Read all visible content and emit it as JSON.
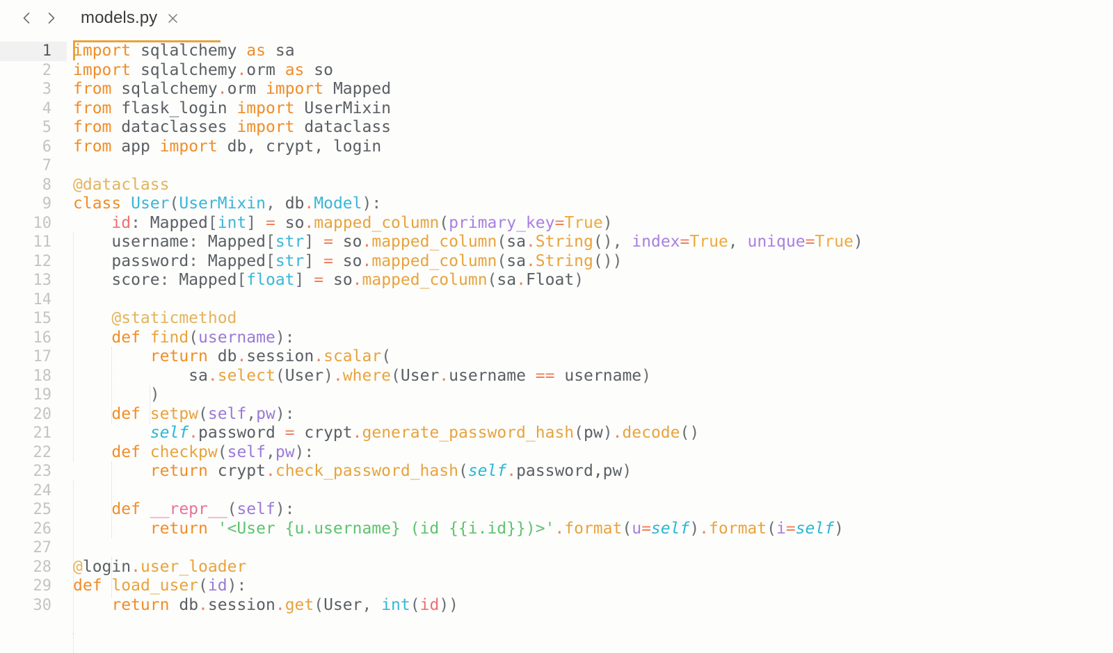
{
  "window": {
    "title": "models.py"
  },
  "tabbar": {
    "back_icon": "chevron-left-icon",
    "forward_icon": "chevron-right-icon",
    "tab_label": "models.py",
    "close_icon": "close-icon"
  },
  "editor": {
    "language": "Python",
    "active_line": 1,
    "cursor_column": 1,
    "colors": {
      "background": "#fdfdfc",
      "gutter_active_bg": "#f1f1f1",
      "caret": "#e8a33d",
      "keyword": "#f08d28",
      "function": "#e8a33d",
      "decorator": "#e3b35c",
      "class": "#3ab6d8",
      "parameter": "#9a7ad6",
      "self": "#29b7d3",
      "constant": "#efa83c",
      "string": "#5ec36e",
      "operator": "#ef7f5c",
      "dunder": "#e8719a",
      "text": "#5a5f63",
      "line_number": "#c2c4c6",
      "line_number_active": "#555759"
    },
    "line_numbers": [
      1,
      2,
      3,
      4,
      5,
      6,
      7,
      8,
      9,
      10,
      11,
      12,
      13,
      14,
      15,
      16,
      17,
      18,
      19,
      20,
      21,
      22,
      23,
      24,
      25,
      26,
      27,
      28,
      29,
      30
    ],
    "lines": [
      "import sqlalchemy as sa",
      "import sqlalchemy.orm as so",
      "from sqlalchemy.orm import Mapped",
      "from flask_login import UserMixin",
      "from dataclasses import dataclass",
      "from app import db, crypt, login",
      "",
      "@dataclass",
      "class User(UserMixin, db.Model):",
      "    id: Mapped[int] = so.mapped_column(primary_key=True)",
      "    username: Mapped[str] = so.mapped_column(sa.String(), index=True, unique=True)",
      "    password: Mapped[str] = so.mapped_column(sa.String())",
      "    score: Mapped[float] = so.mapped_column(sa.Float)",
      "",
      "    @staticmethod",
      "    def find(username):",
      "        return db.session.scalar(",
      "            sa.select(User).where(User.username == username)",
      "        )",
      "    def setpw(self,pw):",
      "        self.password = crypt.generate_password_hash(pw).decode()",
      "    def checkpw(self,pw):",
      "        return crypt.check_password_hash(self.password,pw)",
      "",
      "    def __repr__(self):",
      "        return '<User {u.username} (id {{i.id}})>'.format(u=self).format(i=self)",
      "",
      "@login.user_loader",
      "def load_user(id):",
      "    return db.session.get(User, int(id))"
    ]
  }
}
